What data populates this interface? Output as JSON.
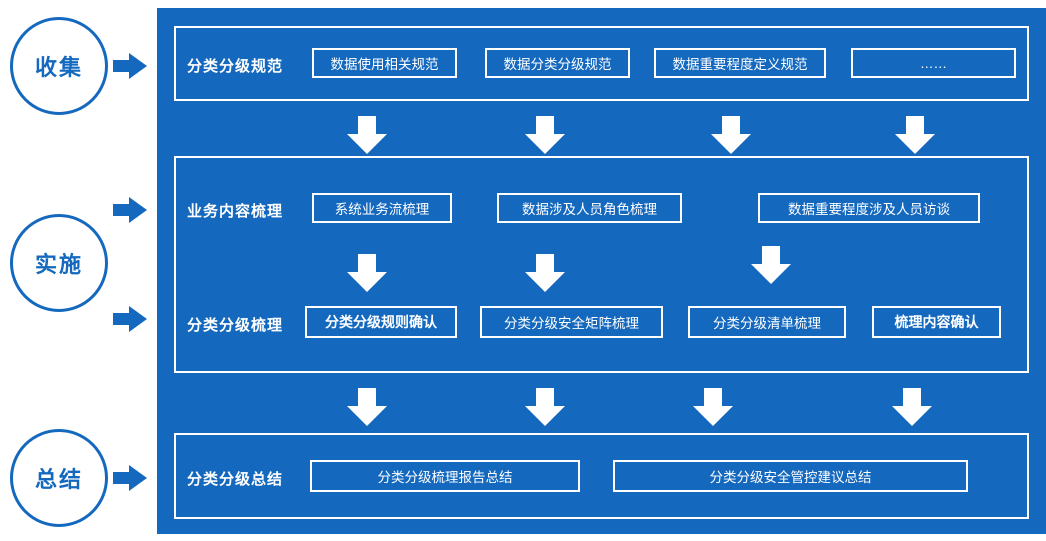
{
  "stages": [
    {
      "label": "收集"
    },
    {
      "label": "实施"
    },
    {
      "label": "总结"
    }
  ],
  "rows": [
    {
      "label": "分类分级规范",
      "items": [
        {
          "text": "数据使用相关规范"
        },
        {
          "text": "数据分类分级规范"
        },
        {
          "text": "数据重要程度定义规范"
        },
        {
          "text": "……"
        }
      ]
    },
    {
      "label": "业务内容梳理",
      "items": [
        {
          "text": "系统业务流梳理"
        },
        {
          "text": "数据涉及人员角色梳理"
        },
        {
          "text": "数据重要程度涉及人员访谈"
        }
      ]
    },
    {
      "label": "分类分级梳理",
      "items": [
        {
          "text": "分类分级规则确认"
        },
        {
          "text": "分类分级安全矩阵梳理"
        },
        {
          "text": "分类分级清单梳理"
        },
        {
          "text": "梳理内容确认"
        }
      ]
    },
    {
      "label": "分类分级总结",
      "items": [
        {
          "text": "分类分级梳理报告总结"
        },
        {
          "text": "分类分级安全管控建议总结"
        }
      ]
    }
  ],
  "colors": {
    "panel_blue": "#1469bf",
    "white": "#ffffff"
  }
}
